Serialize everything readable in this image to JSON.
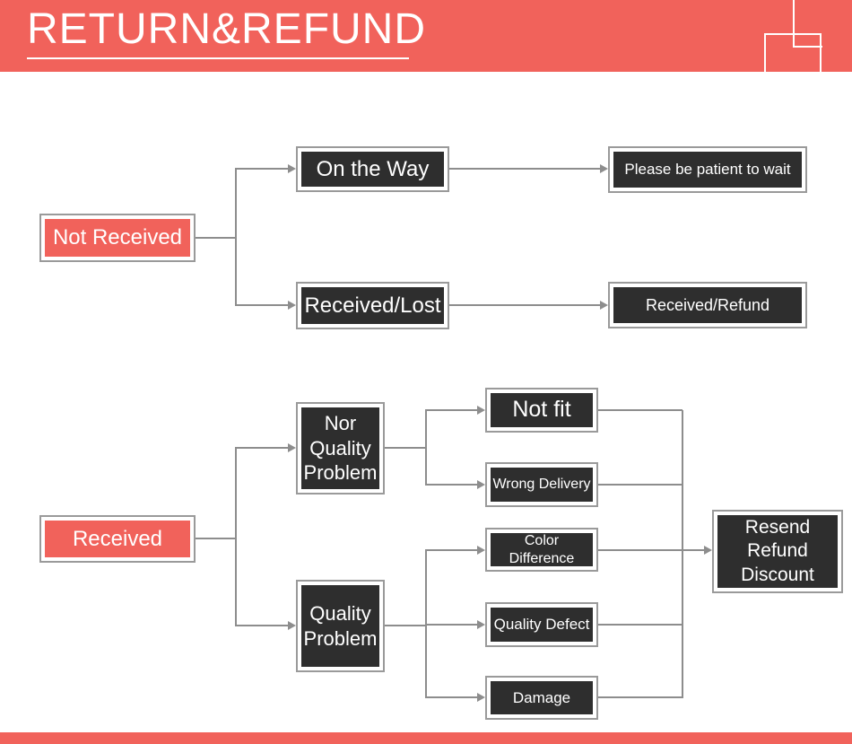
{
  "header": {
    "title": "RETURN&REFUND"
  },
  "colors": {
    "accent": "#F1625B",
    "dark": "#2E2E2E",
    "box_border": "#9A9A9A",
    "line": "#8D8D8D"
  },
  "flowchart": {
    "nodes": {
      "not_received": {
        "label": "Not Received"
      },
      "on_the_way": {
        "label": "On the Way"
      },
      "please_wait": {
        "label": "Please be patient to wait"
      },
      "received_lost": {
        "label": "Received/Lost"
      },
      "received_refund": {
        "label": "Received/Refund"
      },
      "received": {
        "label": "Received"
      },
      "nor_quality_problem": {
        "label": "Nor\nQuality\nProblem"
      },
      "not_fit": {
        "label": "Not fit"
      },
      "wrong_delivery": {
        "label": "Wrong Delivery"
      },
      "color_difference": {
        "label": "Color Difference"
      },
      "quality_problem": {
        "label": "Quality\nProblem"
      },
      "quality_defect": {
        "label": "Quality Defect"
      },
      "damage": {
        "label": "Damage"
      },
      "resend_refund_discount": {
        "label": "Resend\nRefund\nDiscount"
      }
    }
  }
}
